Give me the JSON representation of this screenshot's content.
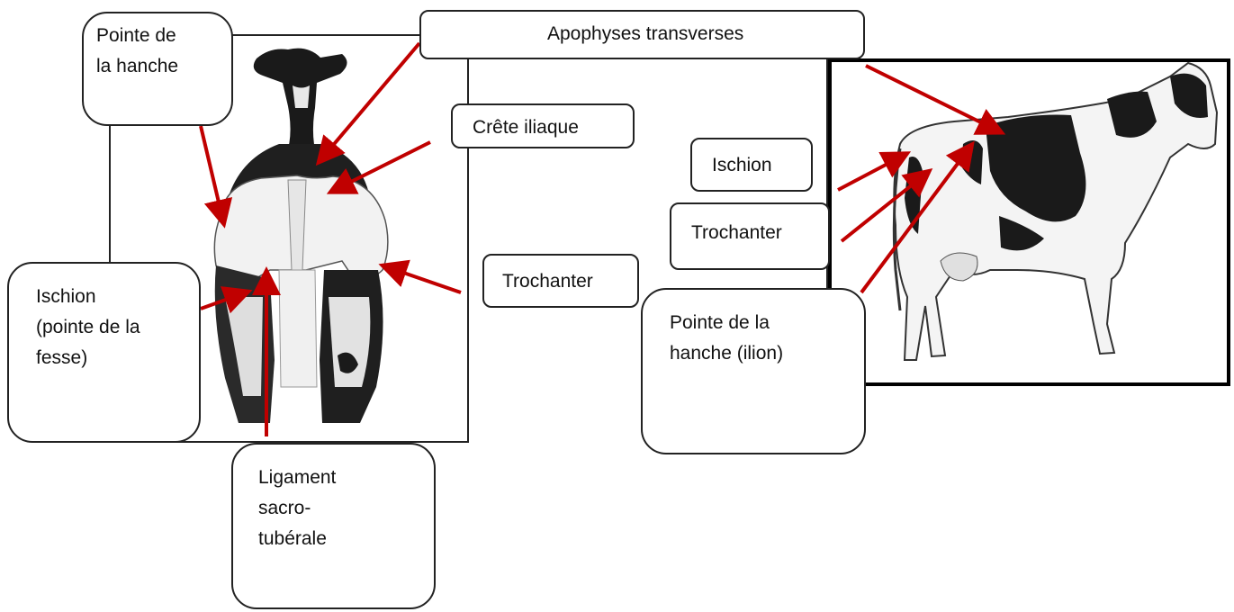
{
  "labels": {
    "pointe_hanche_left": "Pointe de\nla hanche",
    "apophyses": "Apophyses  transverses",
    "crete_iliaque": "Crête iliaque",
    "ischion_right": "Ischion",
    "trochanter_right": "Trochanter",
    "trochanter_mid": "Trochanter",
    "ischion_left": "Ischion\n(pointe de la\nfesse)",
    "pointe_hanche_right": "Pointe de la\nhanche (ilion)",
    "ligament": "Ligament\nsacro-\ntubérale"
  },
  "colors": {
    "arrow": "#c00000",
    "outline": "#222222",
    "cow_black": "#1a1a1a",
    "cow_white": "#f2f2f2"
  }
}
